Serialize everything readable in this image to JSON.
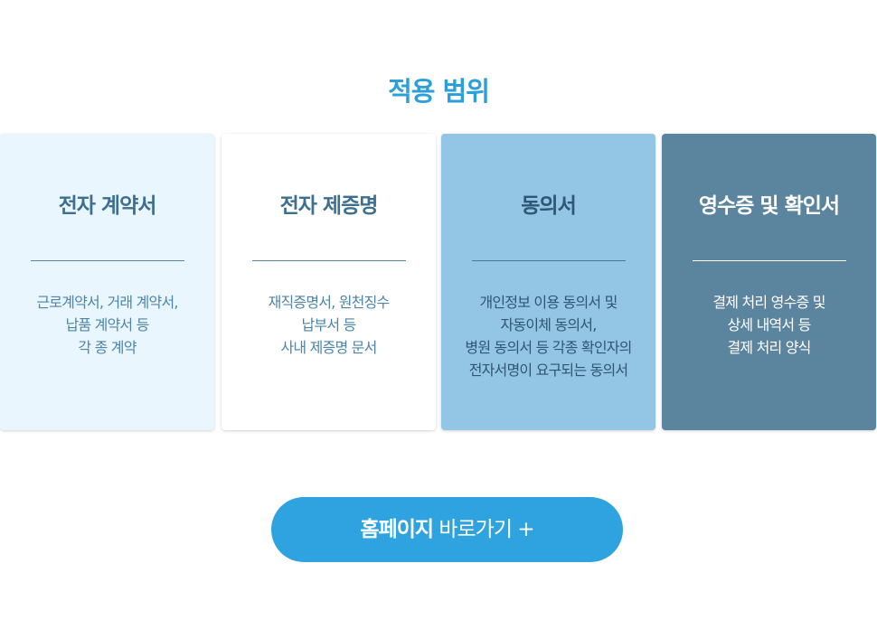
{
  "section": {
    "title": "적용 범위",
    "title_color": "#2b9fd9"
  },
  "cards": [
    {
      "title": "전자 계약서",
      "lines": [
        "근로계약서, 거래 계약서,",
        "납품 계약서 등",
        "각 종 계약"
      ],
      "bg": "#eaf6fd",
      "title_color": "#3d6f8f",
      "text_color": "#4d84a8",
      "divider_color": "#5b84a0"
    },
    {
      "title": "전자 제증명",
      "lines": [
        "재직증명서, 원천징수",
        "납부서 등",
        "사내 제증명 문서"
      ],
      "bg": "#ffffff",
      "title_color": "#3d6f8f",
      "text_color": "#4d84a8",
      "divider_color": "#5b84a0"
    },
    {
      "title": "동의서",
      "lines": [
        "개인정보 이용 동의서 및",
        "자동이체 동의서,",
        "병원 동의서 등 각종 확인자의",
        "전자서명이 요구되는 동의서"
      ],
      "bg": "#92c6e4",
      "title_color": "#2f5672",
      "text_color": "#2f5672",
      "divider_color": "#4a7896"
    },
    {
      "title": "영수증 및 확인서",
      "lines": [
        "결제 처리 영수증 및",
        "상세 내역서 등",
        "결제 처리 양식"
      ],
      "bg": "#5b849e",
      "title_color": "#ffffff",
      "text_color": "#ffffff",
      "divider_color": "#ffffff"
    }
  ],
  "cta": {
    "label_strong": "홈페이지",
    "label_rest": " 바로가기 +",
    "bg": "#2ea3df"
  }
}
